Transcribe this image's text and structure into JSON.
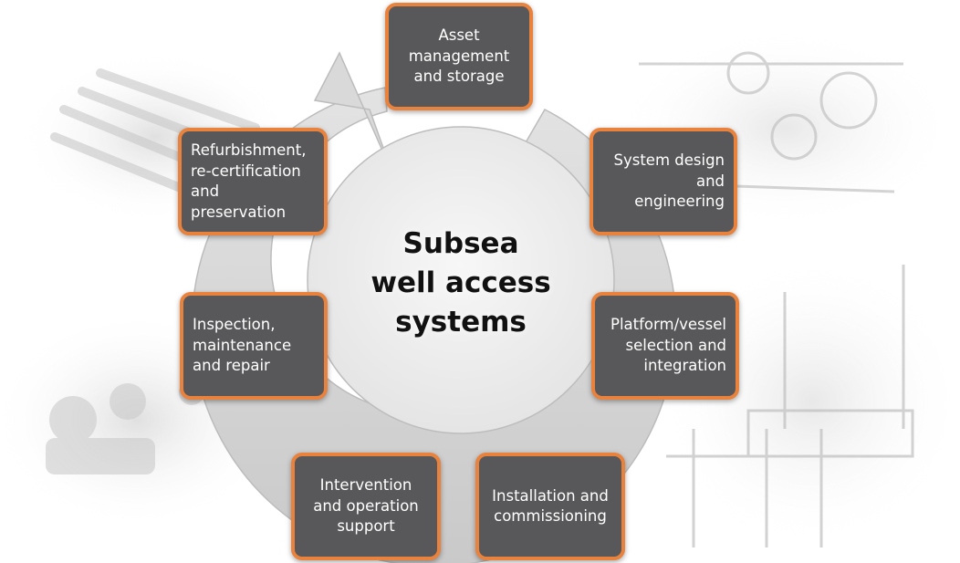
{
  "center": {
    "lines": [
      "Subsea",
      "well access",
      "systems"
    ]
  },
  "steps": [
    {
      "lines": [
        "Asset",
        "management",
        "and storage"
      ]
    },
    {
      "lines": [
        "System design",
        "and",
        "engineering"
      ]
    },
    {
      "lines": [
        "Platform/vessel",
        "selection and",
        "integration"
      ]
    },
    {
      "lines": [
        "Installation and",
        "commissioning"
      ]
    },
    {
      "lines": [
        "Intervention",
        "and operation",
        "support"
      ]
    },
    {
      "lines": [
        "Inspection,",
        "maintenance",
        "and repair"
      ]
    },
    {
      "lines": [
        "Refurbishment,",
        "re-certification",
        "and",
        "preservation"
      ]
    }
  ],
  "colors": {
    "box_fill": "#58585a",
    "box_border": "#e8823d",
    "box_text": "#ffffff",
    "ring": "#d6d6d6",
    "center_fill": "#ececec"
  }
}
